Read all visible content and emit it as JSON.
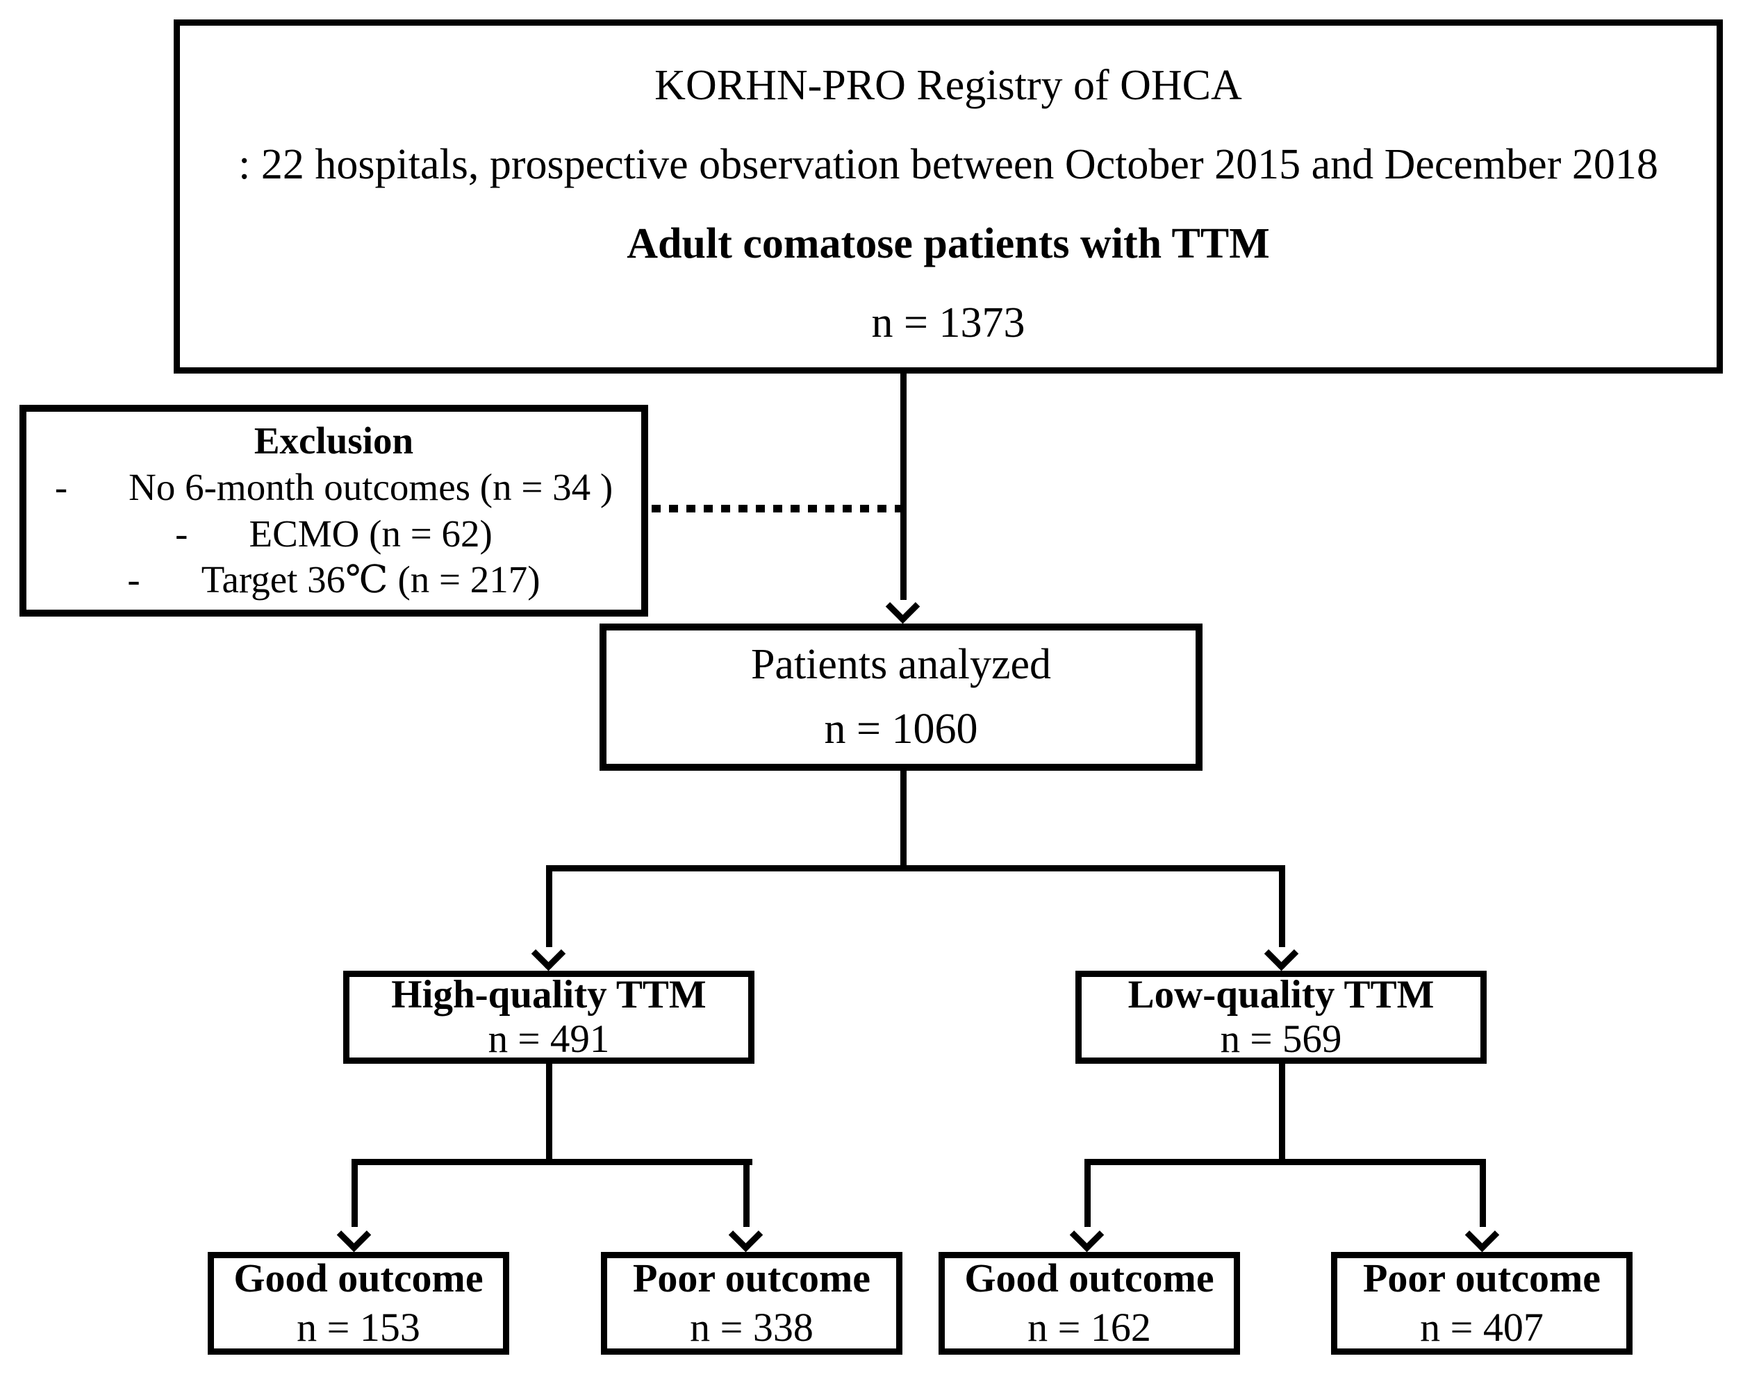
{
  "figure": {
    "colors": {
      "line": "#000000",
      "background": "#ffffff"
    },
    "registry_box": {
      "title": "KORHN-PRO Registry of OHCA",
      "subtitle": ": 22 hospitals, prospective observation between October 2015 and December 2018",
      "population": "Adult comatose patients with TTM",
      "count": "n = 1373"
    },
    "exclusion_box": {
      "title": "Exclusion",
      "items": [
        {
          "bullet": "-",
          "text": "No 6-month outcomes (n = 34 )"
        },
        {
          "bullet": "-",
          "text": "ECMO (n = 62)"
        },
        {
          "bullet": "-",
          "text": "Target 36℃ (n = 217)"
        }
      ]
    },
    "analyzed_box": {
      "title": "Patients analyzed",
      "count": "n = 1060"
    },
    "high_quality_box": {
      "title": "High-quality TTM",
      "count": "n = 491"
    },
    "low_quality_box": {
      "title": "Low-quality TTM",
      "count": "n = 569"
    },
    "outcomes": [
      {
        "title": "Good outcome",
        "count": "n = 153"
      },
      {
        "title": "Poor outcome",
        "count": "n = 338"
      },
      {
        "title": "Good outcome",
        "count": "n = 162"
      },
      {
        "title": "Poor outcome",
        "count": "n = 407"
      }
    ]
  }
}
